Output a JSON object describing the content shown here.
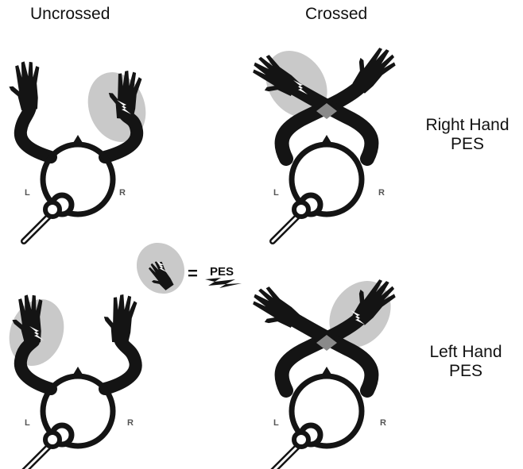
{
  "columns": {
    "uncrossed": "Uncrossed",
    "crossed": "Crossed"
  },
  "rows": {
    "right": {
      "line1": "Right Hand",
      "line2": "PES"
    },
    "left": {
      "line1": "Left Hand",
      "line2": "PES"
    }
  },
  "side_labels": {
    "left": "L",
    "right": "R"
  },
  "legend": {
    "equals": "=",
    "pes": "PES"
  },
  "colors": {
    "figure": "#141414",
    "highlight": "#c9c9c9",
    "overlap": "#8a8a8a"
  }
}
